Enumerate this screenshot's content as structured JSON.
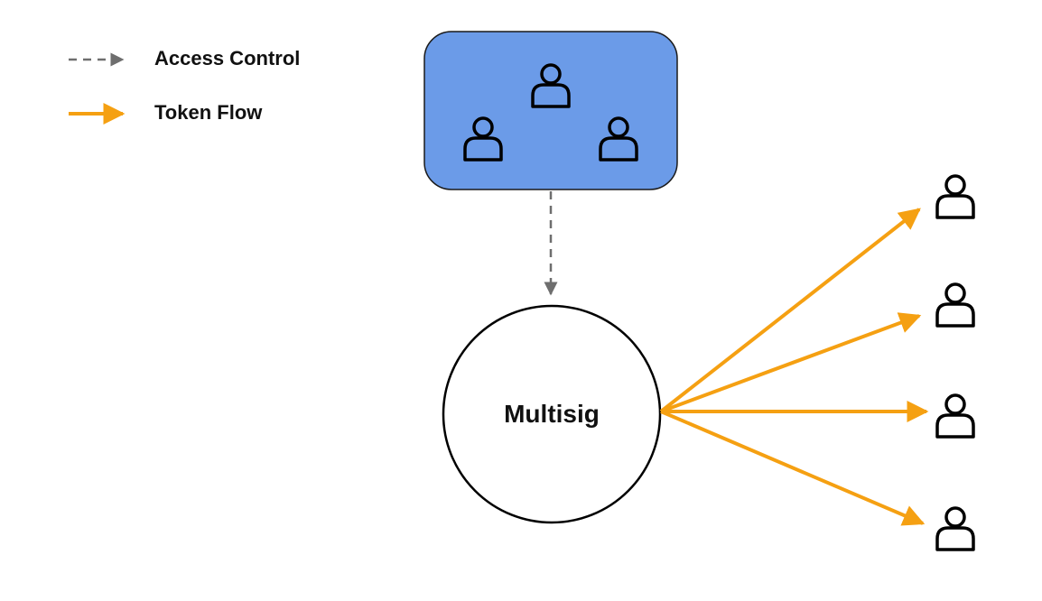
{
  "legend": {
    "access_control_label": "Access Control",
    "token_flow_label": "Token Flow"
  },
  "multisig": {
    "label": "Multisig"
  },
  "colors": {
    "signer_group_fill": "#6B9BE8",
    "signer_group_stroke": "#1a1a1a",
    "access_control_arrow": "#6e6e6e",
    "token_flow_arrow": "#F5A012",
    "person_icon_stroke": "#000000",
    "text": "#111111"
  },
  "signers": {
    "icon": "person-icon",
    "count": 3
  },
  "recipients": {
    "icon": "person-icon",
    "count": 4
  }
}
